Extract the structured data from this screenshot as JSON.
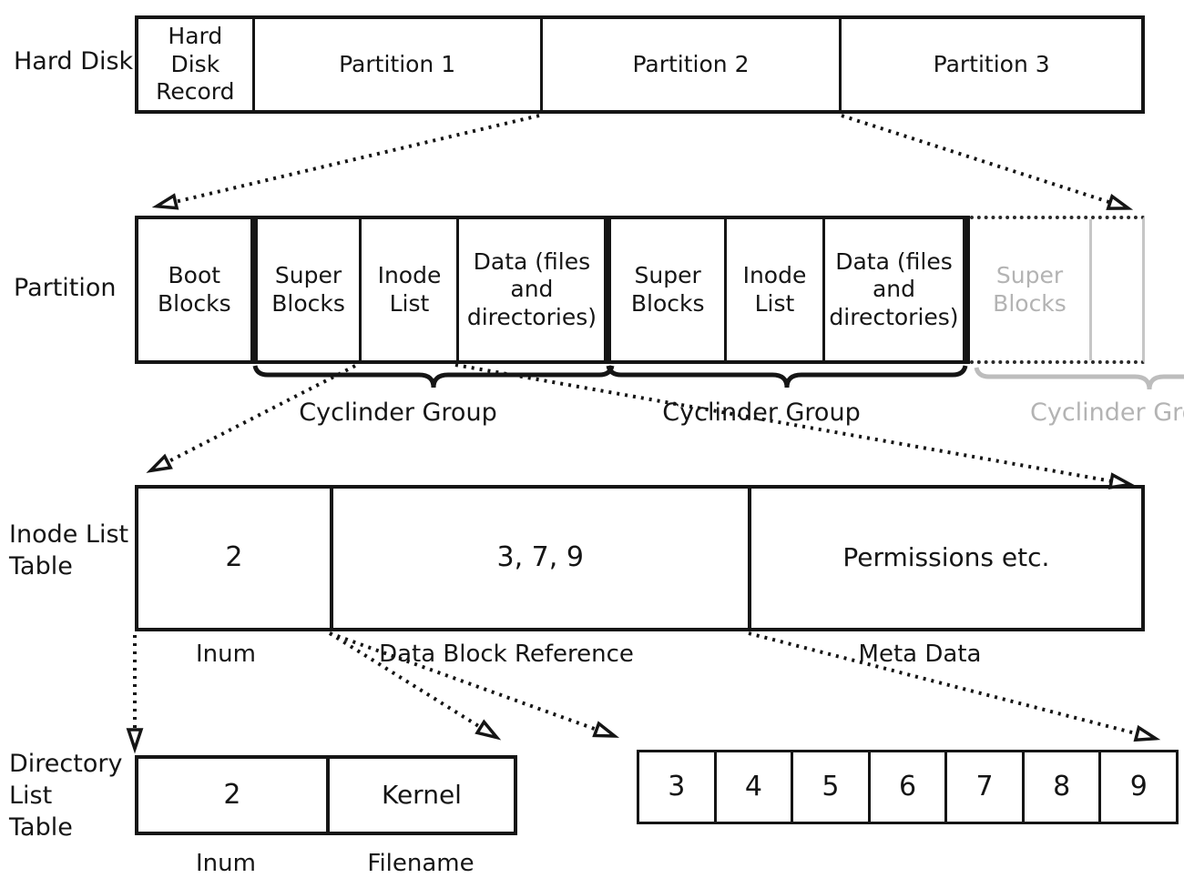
{
  "diagram": {
    "ink_color": "#151515",
    "muted_color": "#b3b3b3",
    "hard_disk_row": {
      "side_label": "Hard Disk",
      "cells": [
        "Hard Disk Record",
        "Partition 1",
        "Partition 2",
        "Partition 3"
      ]
    },
    "partition_row": {
      "side_label": "Partition",
      "cells": [
        "Boot Blocks",
        "Super Blocks",
        "Inode List",
        "Data (files and directories)",
        "Super Blocks",
        "Inode List",
        "Data (files and directories)"
      ],
      "faded_cell": "Super Blocks",
      "group_labels": [
        "Cyclinder Group",
        "Cyclinder Group",
        "Cyclinder Gro"
      ]
    },
    "inode_table": {
      "side_label": "Inode List Table",
      "cells": [
        "2",
        "3, 7, 9",
        "Permissions etc."
      ],
      "captions": [
        "Inum",
        "Data Block Reference",
        "Meta Data"
      ]
    },
    "directory_table": {
      "side_label": "Directory List Table",
      "cells": [
        "2",
        "Kernel"
      ],
      "captions": [
        "Inum",
        "Filename"
      ]
    },
    "data_blocks": [
      "3",
      "4",
      "5",
      "6",
      "7",
      "8",
      "9"
    ]
  }
}
